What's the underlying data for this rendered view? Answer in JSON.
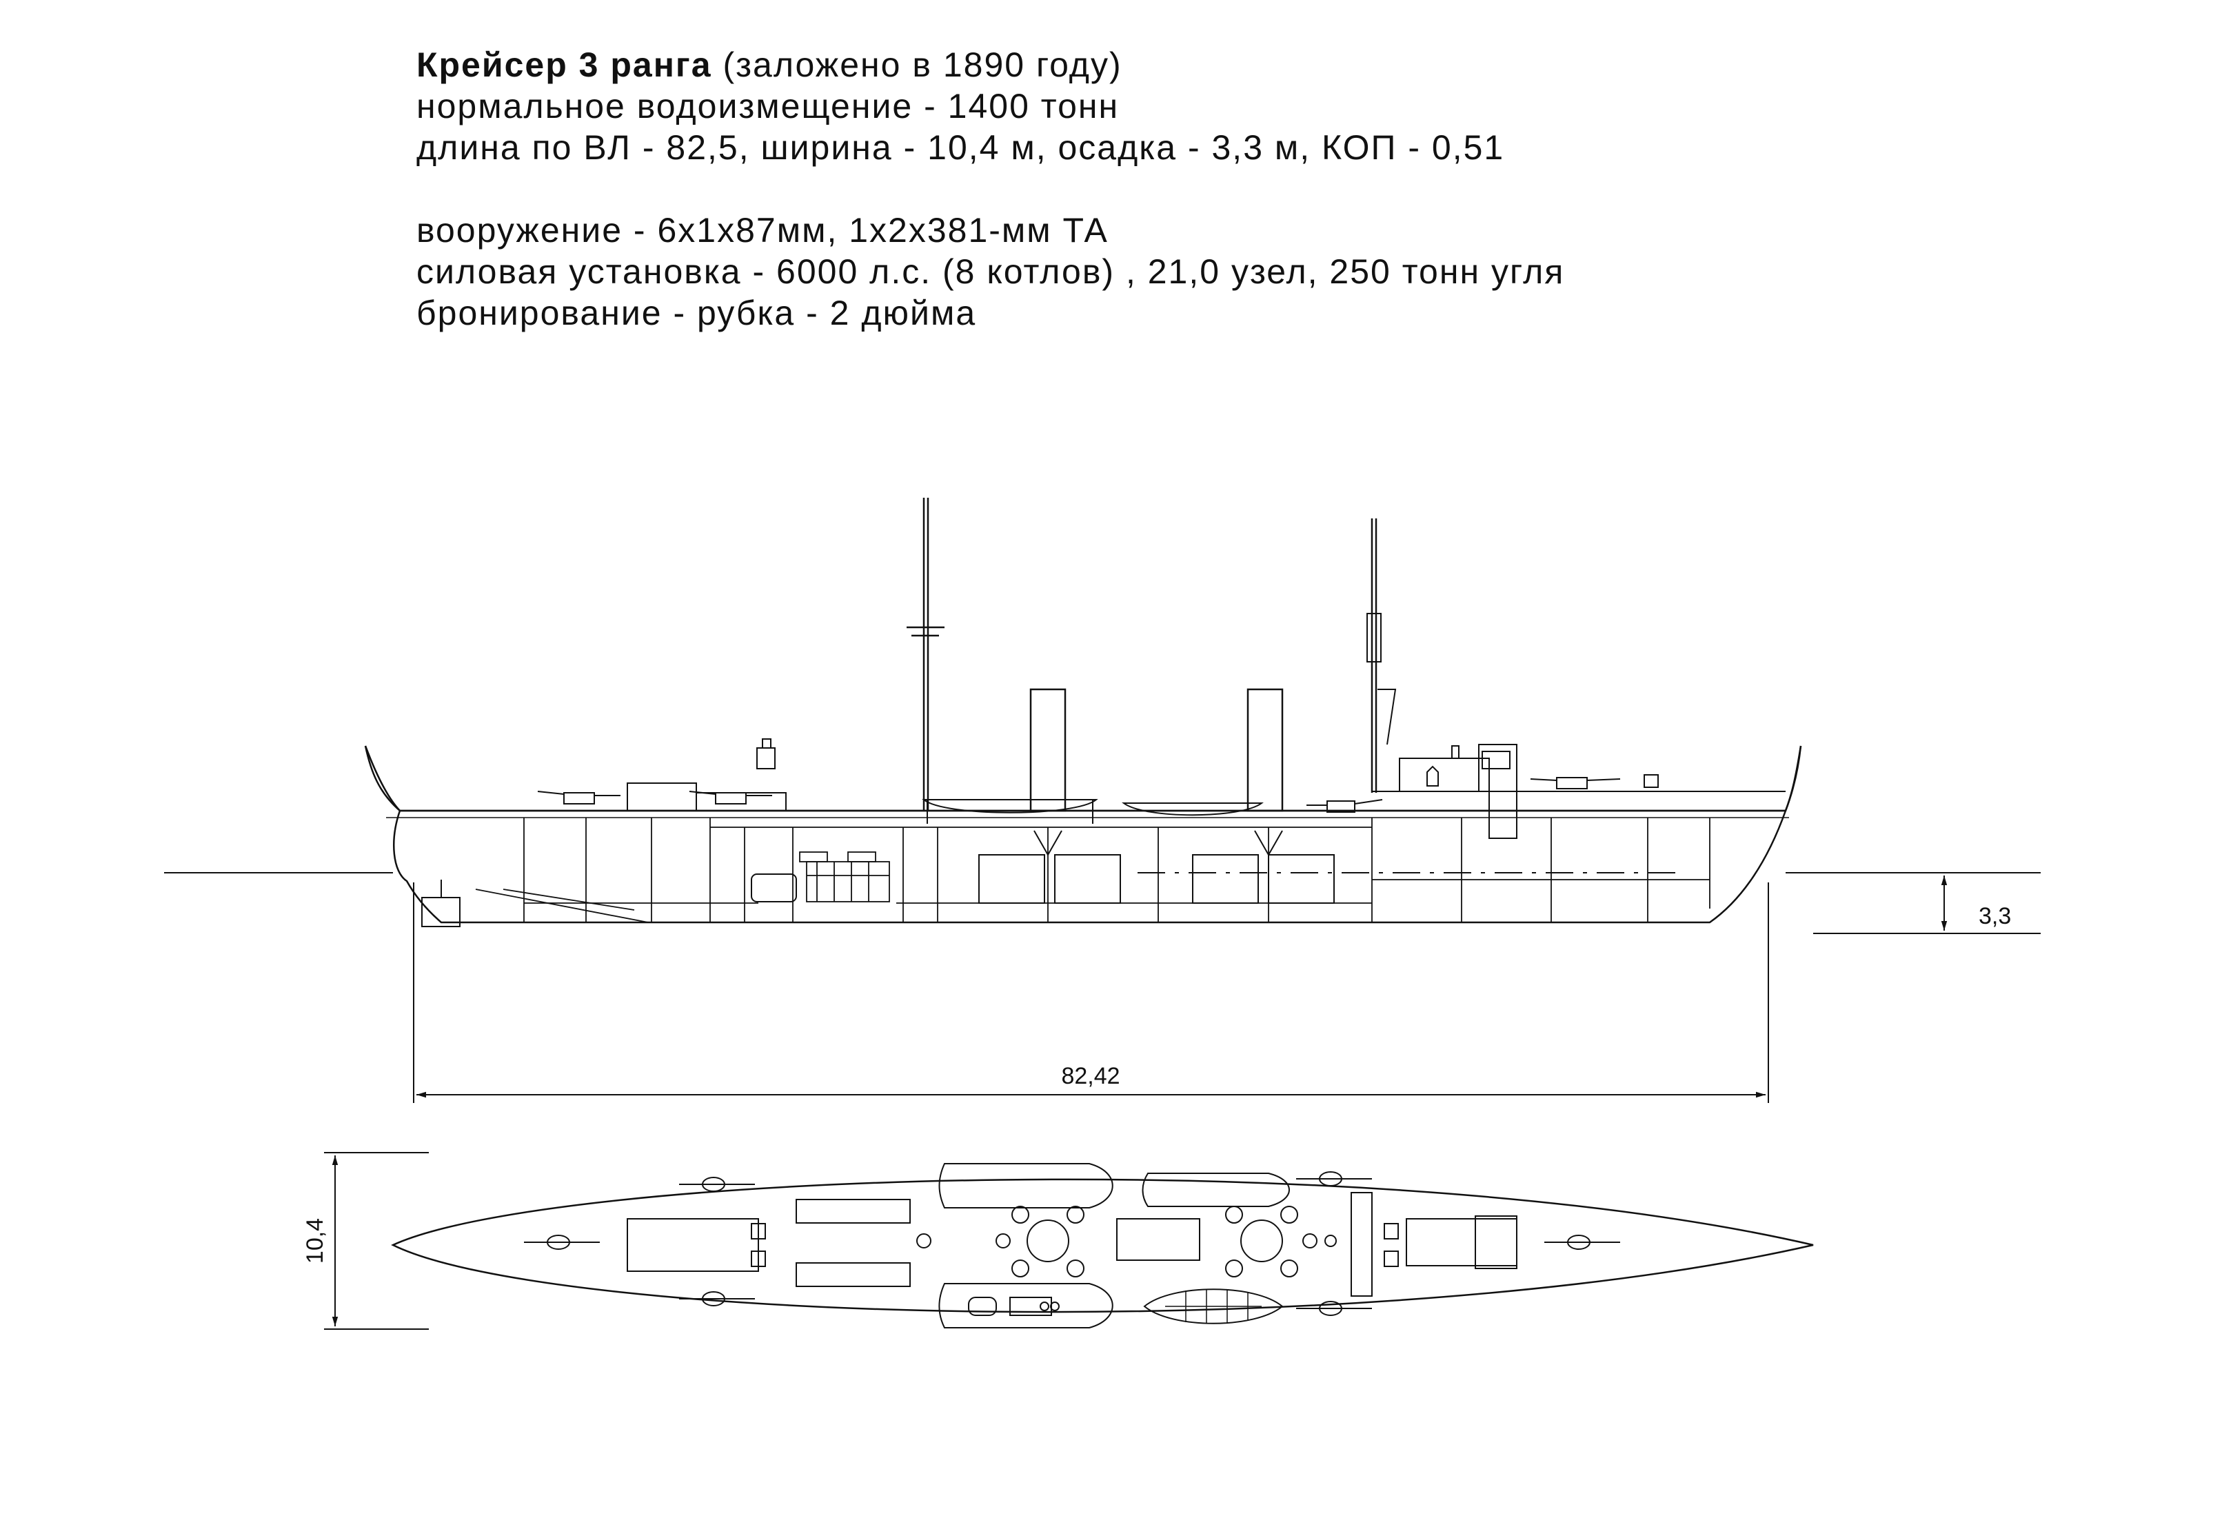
{
  "spec": {
    "title_bold": "Крейсер 3 ранга",
    "title_rest": " (заложено в 1890 году)",
    "displacement": "нормальное водоизмещение - 1400 тонн",
    "dimensions": "длина по ВЛ - 82,5, ширина - 10,4 м, осадка - 3,3 м, КОП - 0,51",
    "armament": "вооружение - 6х1х87мм, 1х2х381-мм ТА",
    "powerplant": "силовая установка - 6000 л.с. (8 котлов) , 21,0 узел, 250 тонн угля",
    "armor": "бронирование - рубка - 2 дюйма"
  },
  "dimensions": {
    "draft": "3,3",
    "length": "82,42",
    "beam": "10,4"
  },
  "colors": {
    "line": "#111111",
    "background": "#ffffff"
  }
}
